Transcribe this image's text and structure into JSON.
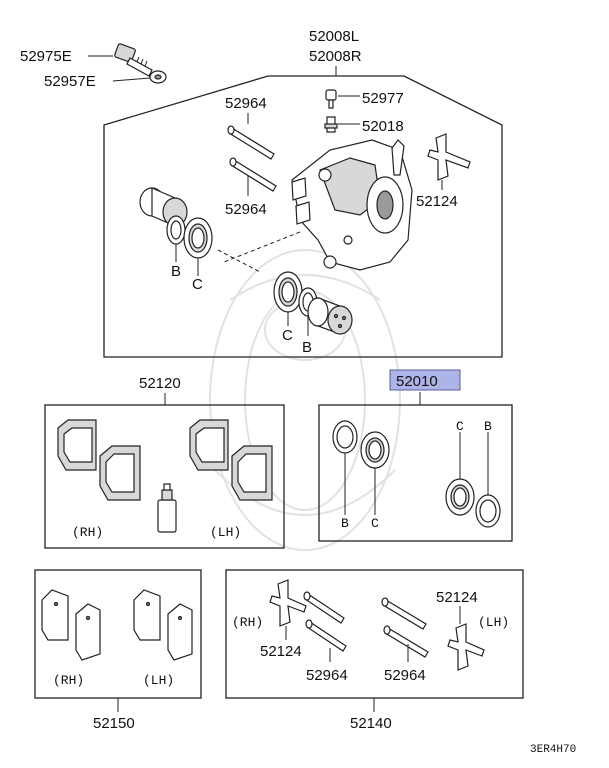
{
  "labels": {
    "bolt": "52975E",
    "washer": "52957E",
    "caliper_l": "52008L",
    "caliper_r": "52008R",
    "pin_upper": "52964",
    "pin_lower": "52964",
    "bleeder_cap": "52977",
    "bleeder": "52018",
    "clip_top": "52124",
    "pads_set": "52120",
    "seal_kit": "52010",
    "shims_set": "52150",
    "pin_kit": "52140",
    "kit_clip_left": "52124",
    "kit_pin_left": "52964",
    "kit_pin_right": "52964",
    "kit_clip_right": "52124"
  },
  "letters": {
    "b_top_left": "B",
    "c_top_left": "C",
    "c_top_right": "C",
    "b_top_right": "B",
    "b_seal_left": "B",
    "c_seal_left": "C",
    "c_seal_right": "C",
    "b_seal_right": "B"
  },
  "sides": {
    "pads_rh": "(RH)",
    "pads_lh": "(LH)",
    "shims_rh": "(RH)",
    "shims_lh": "(LH)",
    "pins_rh": "(RH)",
    "pins_lh": "(LH)"
  },
  "diagram_code": "3ER4H70",
  "colors": {
    "highlight_fill": "#aeb4e8",
    "highlight_stroke": "#5a5f9a"
  }
}
